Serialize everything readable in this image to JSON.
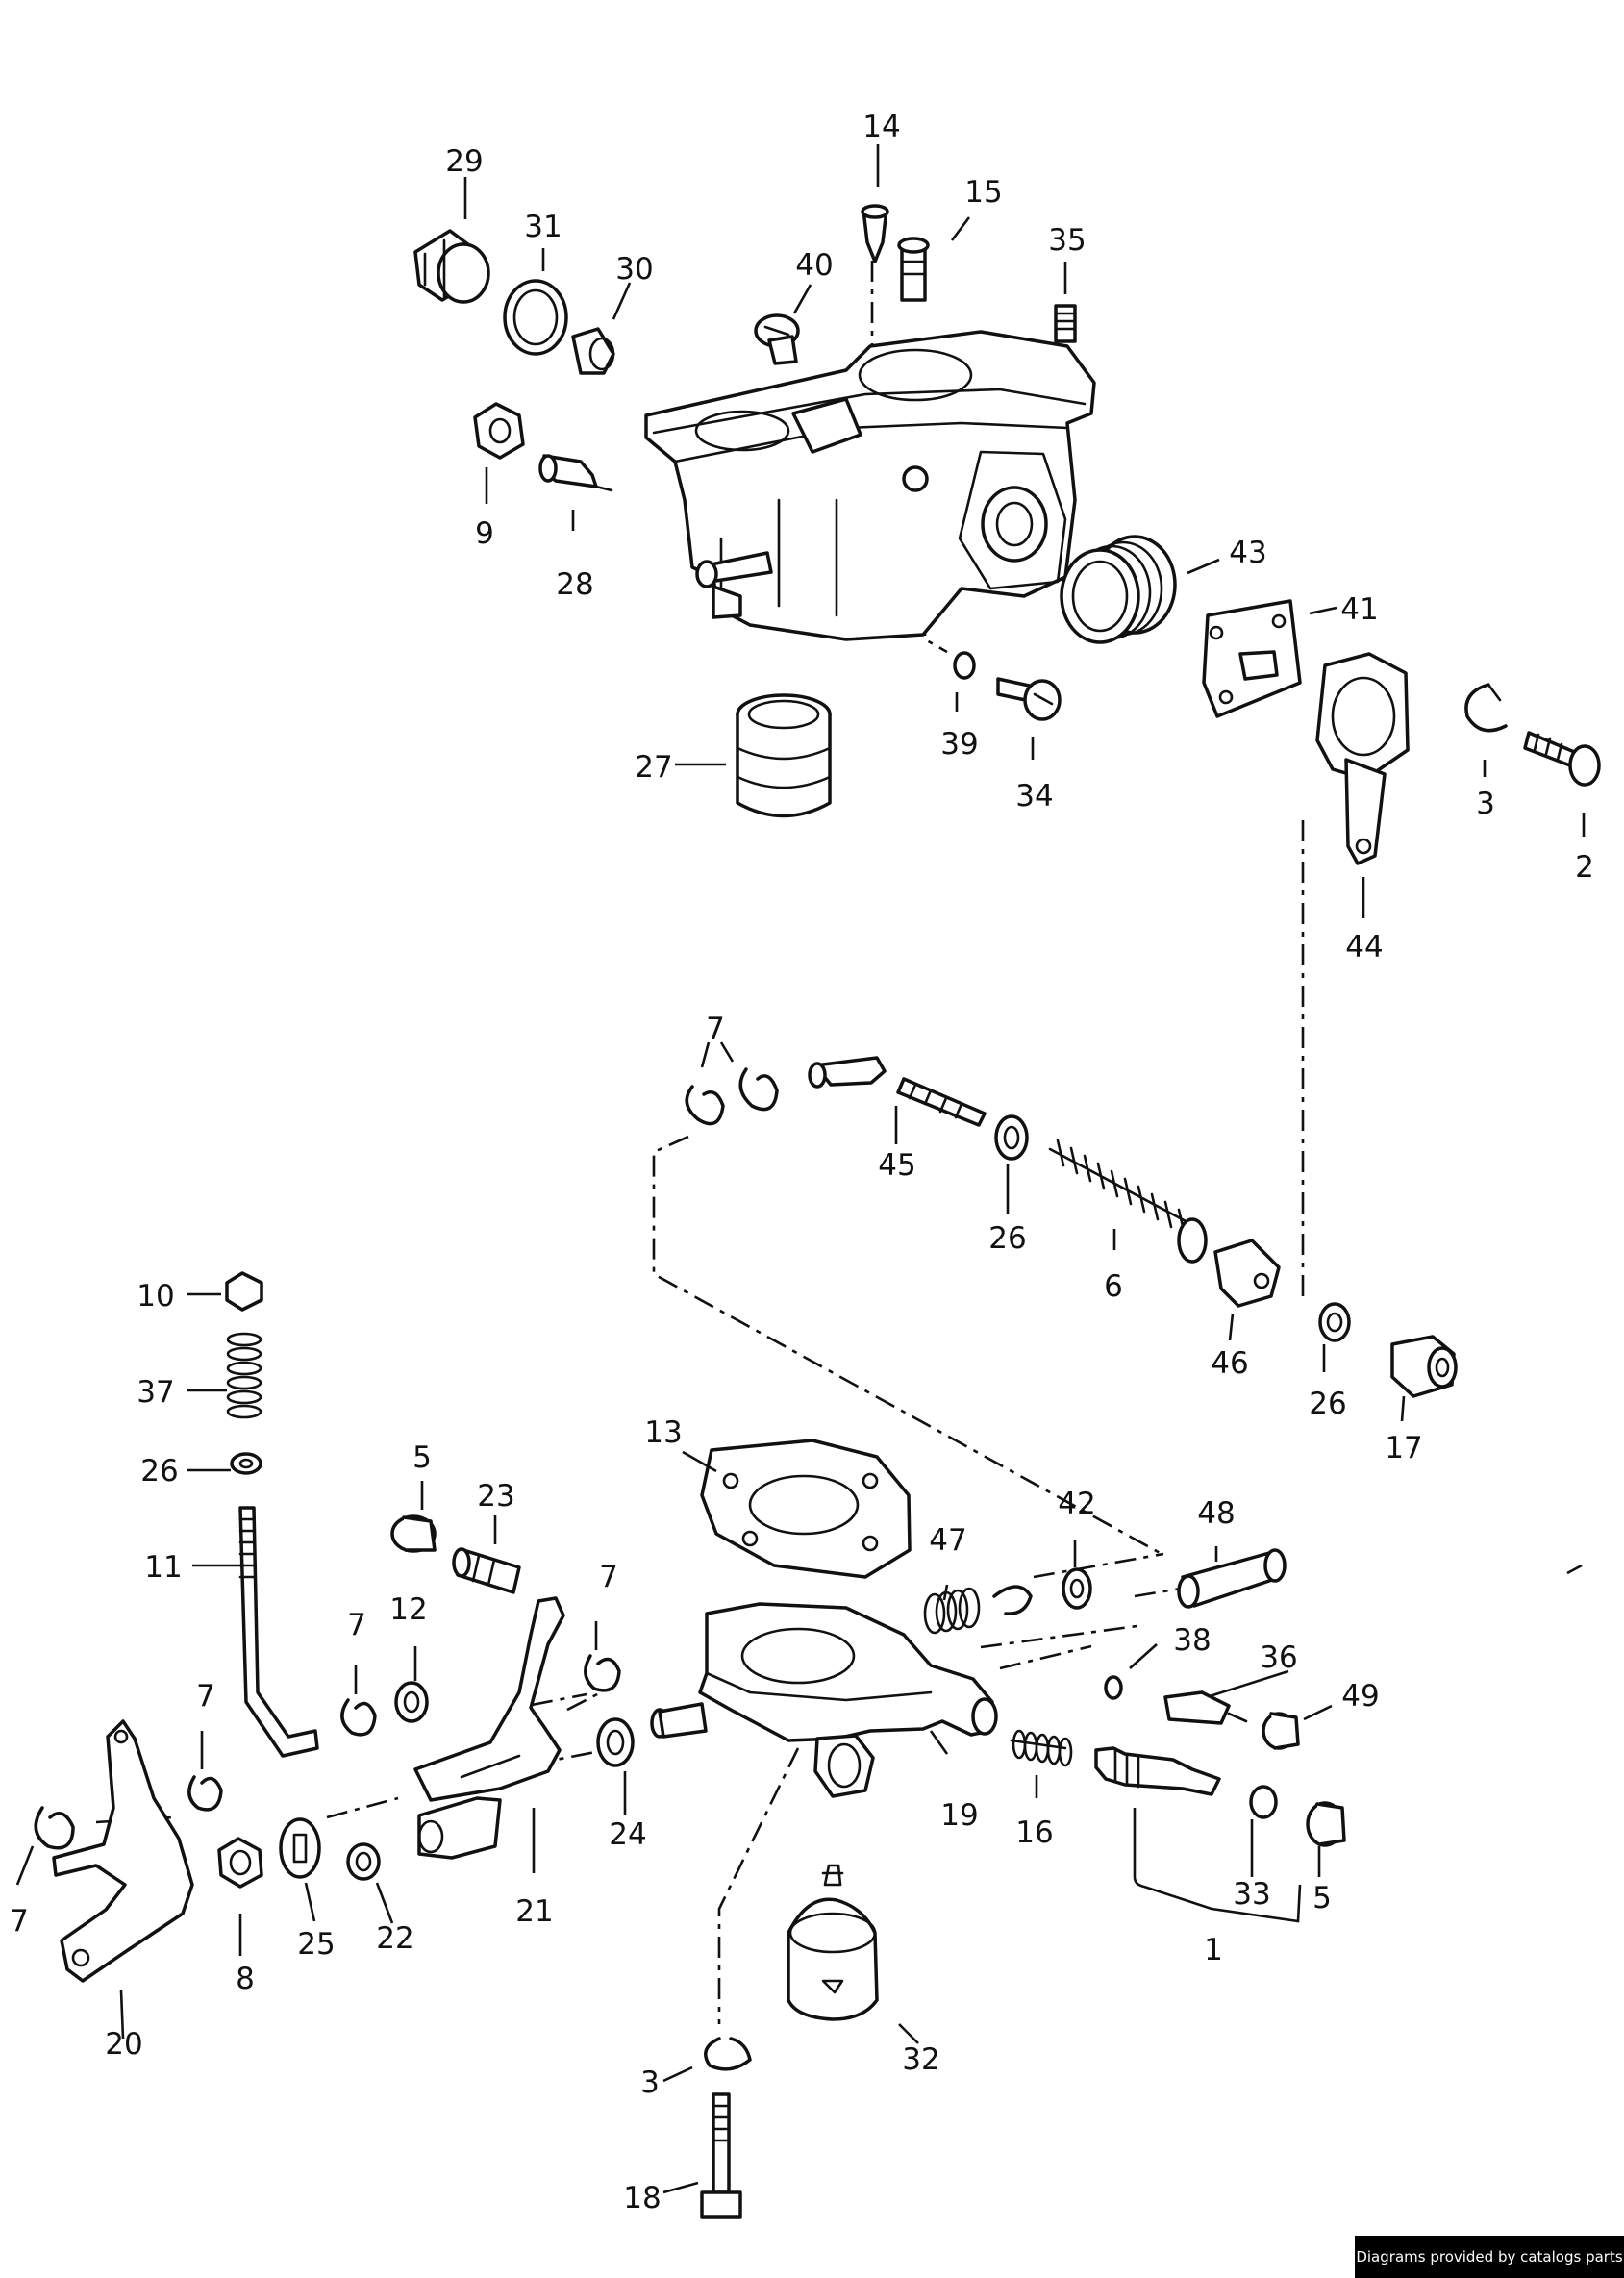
{
  "callouts": [
    "29",
    "31",
    "30",
    "14",
    "15",
    "40",
    "35",
    "9",
    "28",
    "43",
    "41",
    "27",
    "39",
    "34",
    "3",
    "2",
    "44",
    "7",
    "45",
    "26",
    "6",
    "46",
    "26",
    "17",
    "10",
    "37",
    "26",
    "11",
    "5",
    "23",
    "13",
    "47",
    "42",
    "48",
    "7",
    "12",
    "7",
    "38",
    "36",
    "49",
    "7",
    "19",
    "16",
    "24",
    "21",
    "33",
    "5",
    "1",
    "7",
    "8",
    "25",
    "22",
    "20",
    "32",
    "3",
    "18"
  ],
  "credit": "Diagrams provided by catalogs parts"
}
